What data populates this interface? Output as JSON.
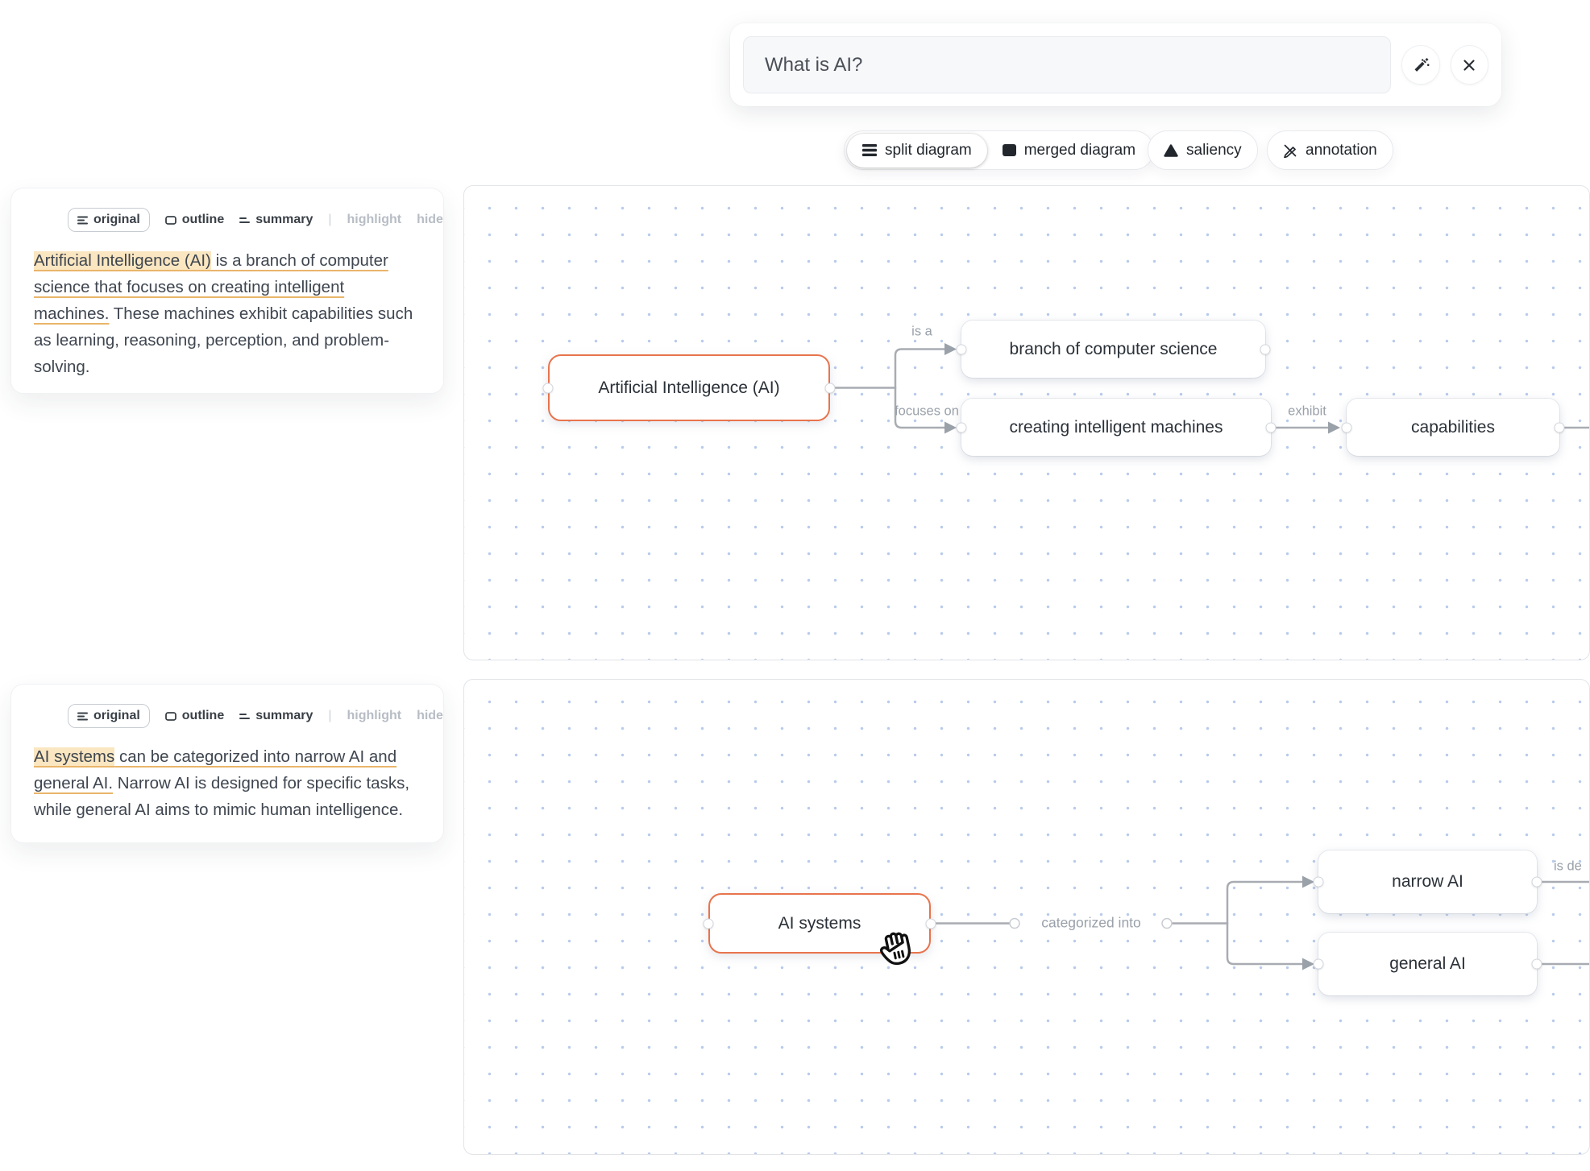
{
  "query": {
    "value": "What is AI?"
  },
  "toolbar": {
    "chips": [
      {
        "label": "split diagram"
      },
      {
        "label": "merged diagram"
      },
      {
        "label": "saliency"
      },
      {
        "label": "annotation"
      }
    ]
  },
  "panel_tabs": {
    "original": "original",
    "outline": "outline",
    "summary": "summary",
    "separator": "|",
    "highlight": "highlight",
    "hide": "hide"
  },
  "panels": [
    {
      "highlight": "Artificial Intelligence (AI)",
      "underline": " is a branch of computer science that focuses on creating intelligent machines.",
      "rest": " These machines exhibit capabilities such as learning, reasoning, perception, and problem-solving."
    },
    {
      "highlight": "AI systems",
      "underline": " can be categorized into narrow AI and general AI.",
      "rest": " Narrow AI is designed for specific tasks, while general AI aims to mimic human intelligence."
    }
  ],
  "diagram1": {
    "nodes": [
      "Artificial Intelligence (AI)",
      "branch of computer science",
      "creating intelligent machines",
      "capabilities"
    ],
    "edge_labels": [
      "is a",
      "focuses on",
      "exhibit"
    ]
  },
  "diagram2": {
    "nodes": [
      "AI systems",
      "narrow AI",
      "general AI"
    ],
    "edge_labels": [
      "categorized into",
      "is de"
    ]
  },
  "colors": {
    "accent": "#E8744D",
    "highlight_bg": "#FAE6C0",
    "underline": "#E9B56A",
    "edge": "#A8ACB2",
    "dot": "#7DA0DC"
  }
}
